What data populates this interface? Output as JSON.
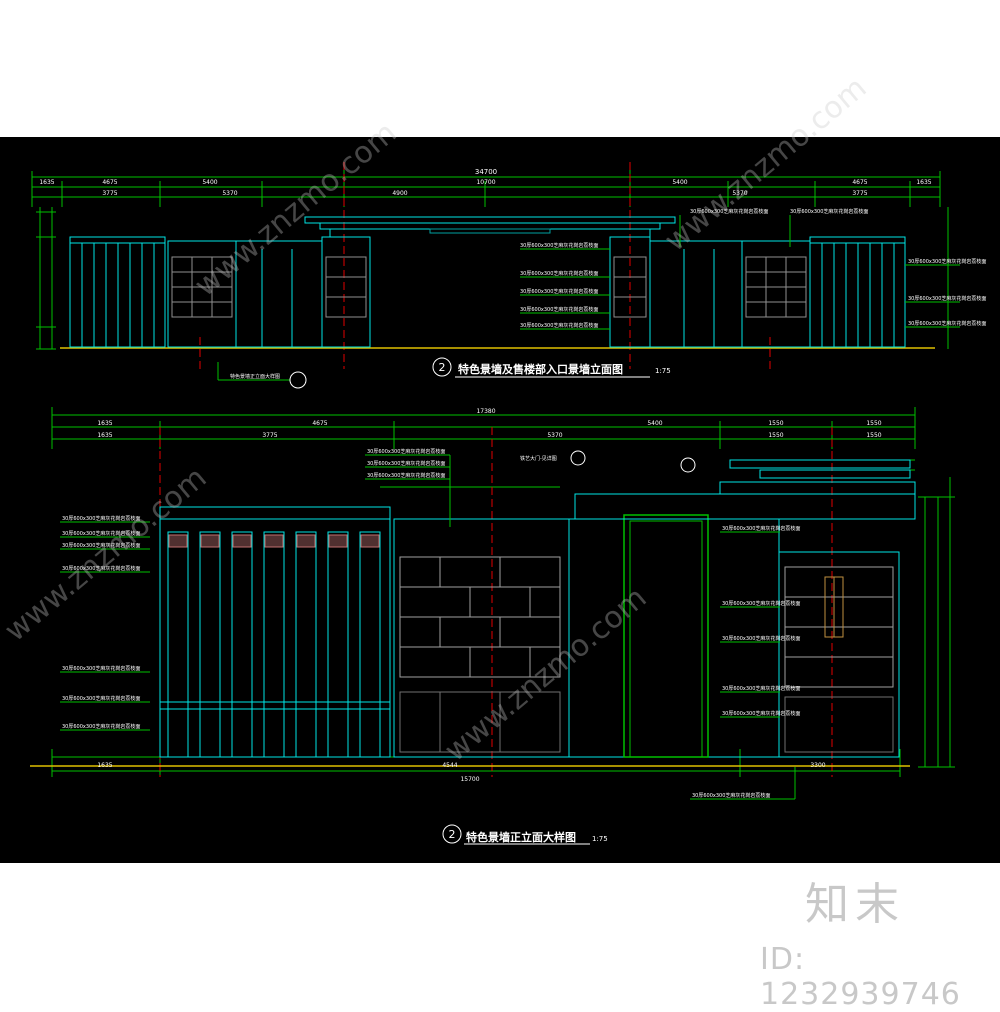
{
  "drawing": {
    "top_title": {
      "number": "2",
      "title": "特色景墙及售楼部入口景墙立面图",
      "scale": "1:75",
      "leader_label": "特色景墙正立面大样图"
    },
    "bottom_title": {
      "number": "2",
      "title": "特色景墙正立面大样图",
      "scale": "1:75"
    },
    "top_dims": {
      "overall": "34700",
      "row1": [
        "1635",
        "4675",
        "5400",
        "10700",
        "5400",
        "4675",
        "1635"
      ],
      "row2": [
        "3775",
        "5370",
        "4900",
        "5370",
        "3775"
      ]
    },
    "bottom_dims": {
      "overall": "17380",
      "row1": [
        "1635",
        "4675",
        "5400",
        "1550",
        "1550"
      ],
      "row2": [
        "1635",
        "3775",
        "5370",
        "1550",
        "1550"
      ],
      "bottom_row": [
        "1635",
        "4544",
        "3300"
      ],
      "bottom_overall": "15700"
    },
    "callouts": {
      "material_note": "30厚600x300芝麻灰花岗岩荔枝面",
      "door_note": "铁艺大门-见详图"
    },
    "colors": {
      "background": "#000000",
      "structure": "#00e5e5",
      "dimension": "#00c000",
      "axis": "#e00000",
      "text": "#ffffff",
      "tile": "#b0b0b0"
    }
  },
  "watermark": {
    "brand": "知末",
    "id_text": "ID: 1232939746",
    "site": "www.znzmo.com"
  }
}
